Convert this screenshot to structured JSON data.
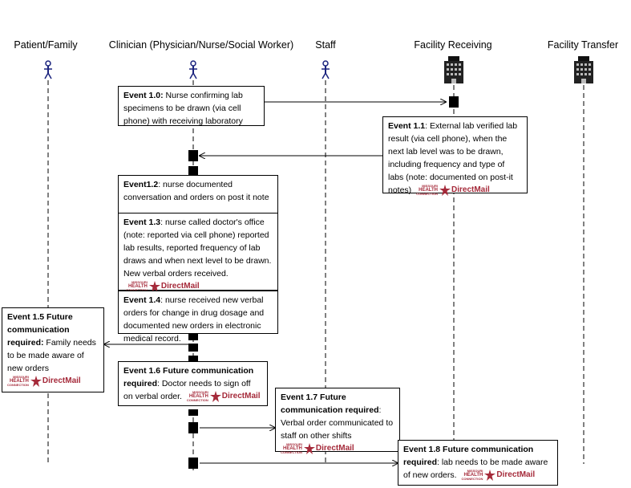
{
  "actors": [
    {
      "label": "Patient/Family",
      "kind": "person"
    },
    {
      "label": "Clinician (Physician/Nurse/Social Worker)",
      "kind": "person"
    },
    {
      "label": "Staff",
      "kind": "person"
    },
    {
      "label": "Facility  Receiving",
      "kind": "building"
    },
    {
      "label": "Facility Transfer",
      "kind": "building"
    }
  ],
  "logo": {
    "line1": "MISSOURI",
    "line2": "HEALTH",
    "line3": "CONNECTION",
    "text": "DirectMail",
    "color": "#a52a3a"
  },
  "events": {
    "e10": {
      "title": "Event 1.0:",
      "text": " Nurse confirming lab specimens to be drawn (via cell phone) with receiving laboratory"
    },
    "e11": {
      "title": "Event 1.1",
      "text": ": External lab verified lab result (via cell phone), when the next lab level was to be drawn, including frequency and type of labs  (note: documented on post-it notes)"
    },
    "e12": {
      "title": "Event1.2",
      "text": ": nurse documented conversation and orders on post it note"
    },
    "e13": {
      "title": "Event 1.3",
      "text": ": nurse called doctor's office (note: reported via cell phone) reported lab results, reported frequency of lab draws and when next level to be drawn.  New verbal orders received."
    },
    "e14": {
      "title": "Event 1.4",
      "text": ": nurse received new verbal orders for change in drug dosage and documented new orders in electronic medical record."
    },
    "e15": {
      "title": "Event 1.5 Future communication required:",
      "text": "  Family needs to be made aware of new orders"
    },
    "e16": {
      "title": "Event 1.6 Future communication required",
      "text": ": Doctor needs to sign off on verbal order."
    },
    "e17": {
      "title": "Event 1.7 Future communication required",
      "text": ": Verbal order communicated to staff on other shifts"
    },
    "e18": {
      "title": "Event 1.8 Future communication required",
      "text": ": lab needs to be made aware of new orders."
    }
  }
}
